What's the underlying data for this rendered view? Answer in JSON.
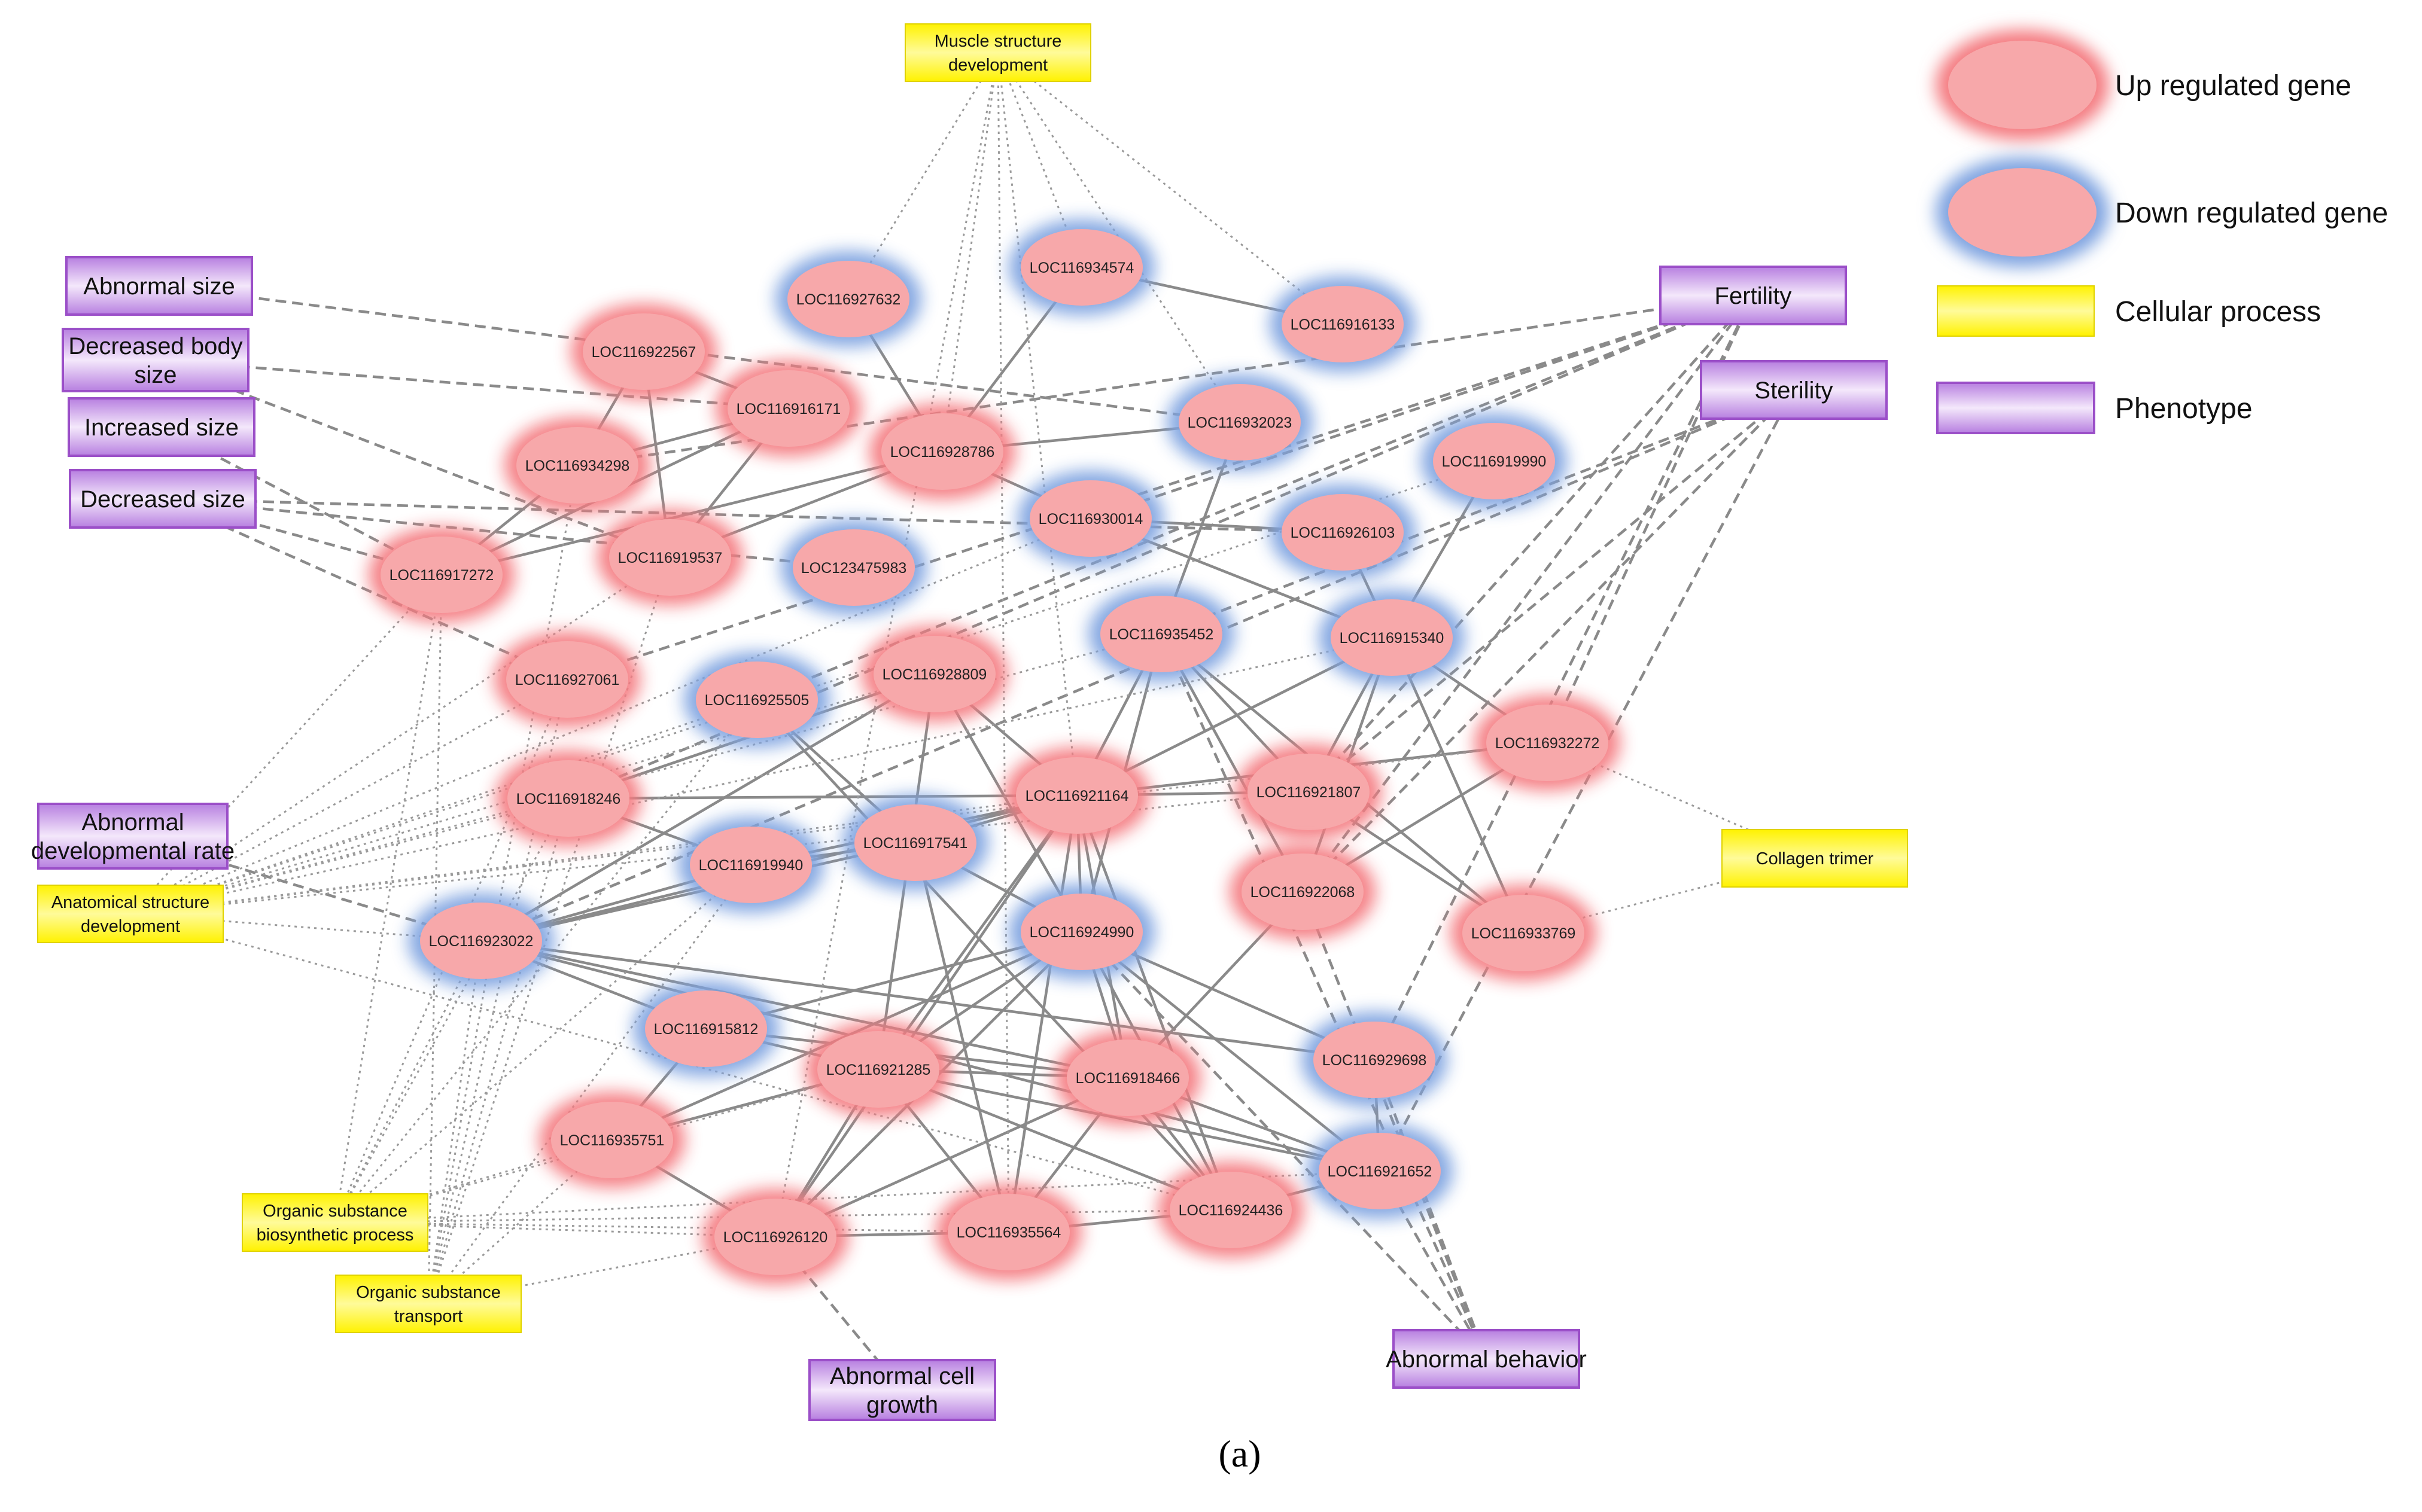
{
  "colors": {
    "gene_fill": "#f7a8aa",
    "up_glow": "#f47a80",
    "down_glow": "#7ea3e0",
    "process_fill": "#fff200",
    "phenotype_fill": "#c58fe6",
    "phenotype_border": "#9b4fc8",
    "edge": "#8a8a8a"
  },
  "legend": [
    {
      "type": "up",
      "label": "Up regulated gene"
    },
    {
      "type": "down",
      "label": "Down regulated gene"
    },
    {
      "type": "process",
      "label": "Cellular process"
    },
    {
      "type": "phenotype",
      "label": "Phenotype"
    }
  ],
  "caption": "(a)",
  "genes": [
    {
      "id": "LOC116927632",
      "reg": "down"
    },
    {
      "id": "LOC116934574",
      "reg": "down"
    },
    {
      "id": "LOC116916133",
      "reg": "down"
    },
    {
      "id": "LOC116922567",
      "reg": "up"
    },
    {
      "id": "LOC116916171",
      "reg": "up"
    },
    {
      "id": "LOC116932023",
      "reg": "down"
    },
    {
      "id": "LOC116934298",
      "reg": "up"
    },
    {
      "id": "LOC116928786",
      "reg": "up"
    },
    {
      "id": "LOC116919990",
      "reg": "down"
    },
    {
      "id": "LOC116930014",
      "reg": "down"
    },
    {
      "id": "LOC116926103",
      "reg": "down"
    },
    {
      "id": "LOC116917272",
      "reg": "up"
    },
    {
      "id": "LOC116919537",
      "reg": "up"
    },
    {
      "id": "LOC123475983",
      "reg": "down"
    },
    {
      "id": "LOC116935452",
      "reg": "down"
    },
    {
      "id": "LOC116915340",
      "reg": "down"
    },
    {
      "id": "LOC116927061",
      "reg": "up"
    },
    {
      "id": "LOC116928809",
      "reg": "up"
    },
    {
      "id": "LOC116925505",
      "reg": "down"
    },
    {
      "id": "LOC116932272",
      "reg": "up"
    },
    {
      "id": "LOC116918246",
      "reg": "up"
    },
    {
      "id": "LOC116921164",
      "reg": "up"
    },
    {
      "id": "LOC116921807",
      "reg": "up"
    },
    {
      "id": "LOC116917541",
      "reg": "down"
    },
    {
      "id": "LOC116919940",
      "reg": "down"
    },
    {
      "id": "LOC116922068",
      "reg": "up"
    },
    {
      "id": "LOC116923022",
      "reg": "down"
    },
    {
      "id": "LOC116924990",
      "reg": "down"
    },
    {
      "id": "LOC116933769",
      "reg": "up"
    },
    {
      "id": "LOC116915812",
      "reg": "down"
    },
    {
      "id": "LOC116929698",
      "reg": "down"
    },
    {
      "id": "LOC116921285",
      "reg": "up"
    },
    {
      "id": "LOC116918466",
      "reg": "up"
    },
    {
      "id": "LOC116935751",
      "reg": "up"
    },
    {
      "id": "LOC116921652",
      "reg": "down"
    },
    {
      "id": "LOC116924436",
      "reg": "up"
    },
    {
      "id": "LOC116926120",
      "reg": "up"
    },
    {
      "id": "LOC116935564",
      "reg": "up"
    }
  ],
  "processes": [
    {
      "key": "muscle",
      "lines": [
        "Muscle structure",
        "development"
      ]
    },
    {
      "key": "anatomical",
      "lines": [
        "Anatomical structure",
        "development"
      ]
    },
    {
      "key": "collagen",
      "lines": [
        "Collagen trimer"
      ]
    },
    {
      "key": "orgbio",
      "lines": [
        "Organic substance",
        "biosynthetic process"
      ]
    },
    {
      "key": "orgtrans",
      "lines": [
        "Organic substance",
        "transport"
      ]
    }
  ],
  "phenotypes": [
    {
      "key": "abnsize",
      "lines": [
        "Abnormal size"
      ]
    },
    {
      "key": "decbody",
      "lines": [
        "Decreased body",
        "size"
      ]
    },
    {
      "key": "incsize",
      "lines": [
        "Increased size"
      ]
    },
    {
      "key": "decsize",
      "lines": [
        "Decreased size"
      ]
    },
    {
      "key": "fertility",
      "lines": [
        "Fertility"
      ]
    },
    {
      "key": "sterility",
      "lines": [
        "Sterility"
      ]
    },
    {
      "key": "abndev",
      "lines": [
        "Abnormal",
        "developmental rate"
      ]
    },
    {
      "key": "abncell",
      "lines": [
        "Abnormal cell",
        "growth"
      ]
    },
    {
      "key": "abnbeh",
      "lines": [
        "Abnormal behavior"
      ]
    }
  ]
}
